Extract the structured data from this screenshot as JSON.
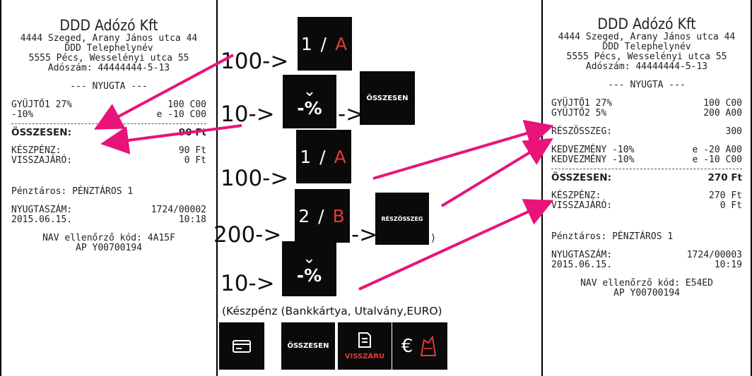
{
  "receipt_left": {
    "company": "DDD Adózó Kft",
    "address1": "4444 Szeged, Arany János utca 44",
    "site": "DDD Telephelynév",
    "address2": "5555 Pécs, Wesselényi utca 55",
    "tax": "Adószám: 44444444-5-13",
    "doc_type": "--- NYUGTA ---",
    "items": [
      {
        "label": "GYÜJTŐ1 27%",
        "value": "100 C00"
      },
      {
        "label": "-10%",
        "value": "e -10 C00"
      }
    ],
    "total_label": "ÖSSZESEN:",
    "total_value": "90 Ft",
    "cash_label": "KÉSZPÉNZ:",
    "cash_value": "90 Ft",
    "change_label": "VISSZAJÁRÓ:",
    "change_value": "0 Ft",
    "cashier": "Pénztáros: PÉNZTÁROS 1",
    "receipt_no_label": "NYUGTASZÁM:",
    "receipt_no": "1724/00002",
    "date": "2015.06.15.",
    "time": "10:18",
    "nav_code": "NAV ellenőrző kód: 4A15F",
    "ap_code": "AP Y00700194"
  },
  "receipt_right": {
    "company": "DDD Adózó Kft",
    "address1": "4444 Szeged, Arany János utca 44",
    "site": "DDD Telephelynév",
    "address2": "5555 Pécs, Wesselényi utca 55",
    "tax": "Adószám: 44444444-5-13",
    "doc_type": "--- NYUGTA ---",
    "items": [
      {
        "label": "GYÜJTŐ1 27%",
        "value": "100 C00"
      },
      {
        "label": "GYÜJTŐ2 5%",
        "value": "200 A00"
      }
    ],
    "subtotal_label": "RÉSZÖSSZEG:",
    "subtotal_value": "300",
    "discounts": [
      {
        "label": "KEDVEZMÉNY -10%",
        "value": "e -20 A00"
      },
      {
        "label": "KEDVEZMÉNY -10%",
        "value": "e -10 C00"
      }
    ],
    "total_label": "ÖSSZESEN:",
    "total_value": "270 Ft",
    "cash_label": "KÉSZPÉNZ:",
    "cash_value": "270 Ft",
    "change_label": "VISSZAJÁRÓ:",
    "change_value": "0 Ft",
    "cashier": "Pénztáros: PÉNZTÁROS 1",
    "receipt_no_label": "NYUGTASZÁM:",
    "receipt_no": "1724/00003",
    "date": "2015.06.15.",
    "time": "10:19",
    "nav_code": "NAV ellenőrző kód: E54ED",
    "ap_code": "AP Y00700194"
  },
  "steps": {
    "s1": "100->",
    "s2": "10->",
    "s2_arrow": "->",
    "s3": "100->",
    "s4": "200->",
    "s4_arrow": "->",
    "s4_paren": ")",
    "s5": "10->"
  },
  "keys": {
    "dept1_num": "1",
    "dept1_letter": "A",
    "dept2_num": "2",
    "dept2_letter": "B",
    "slash": "/",
    "percent": "-%",
    "chevron": "⌄",
    "total": "ÖSSZESEN",
    "subtotal": "RÉSZÖSSZEG",
    "refund": "VISSZÁRU",
    "euro": "€"
  },
  "payment_note": "(Készpénz (Bankkártya, Utalvány,EURO)",
  "colors": {
    "accent": "#e8147a",
    "key_bg": "#0a0a0a",
    "key_red": "#e23a3a"
  },
  "icons": [
    "card-icon",
    "receipt-icon",
    "euro-icon",
    "voucher-icon",
    "chevron-down-icon"
  ]
}
